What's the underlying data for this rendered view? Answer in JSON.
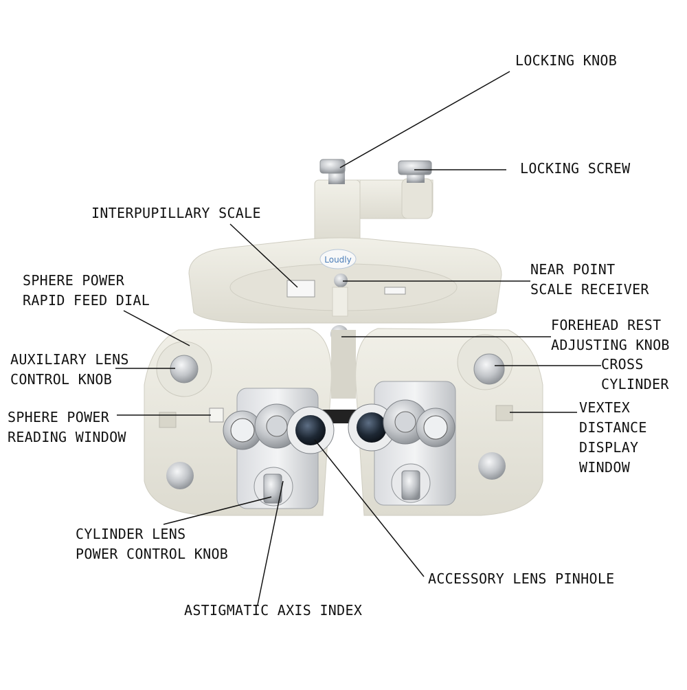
{
  "brand": "Loudly",
  "labels": {
    "locking_knob": "LOCKING KNOB",
    "locking_screw": "LOCKING SCREW",
    "interpupillary_scale": "INTERPUPILLARY SCALE",
    "sphere_power_rapid_feed_dial": [
      "SPHERE POWER",
      "RAPID FEED DIAL"
    ],
    "near_point_scale_receiver": [
      "NEAR POINT",
      "SCALE RECEIVER"
    ],
    "forehead_rest_adjusting_knob": [
      "FOREHEAD REST",
      "ADJUSTING KNOB"
    ],
    "auxiliary_lens_control_knob": [
      "AUXILIARY LENS",
      "CONTROL KNOB"
    ],
    "cross_cylinder": [
      "CROSS",
      "CYLINDER"
    ],
    "sphere_power_reading_window": [
      "SPHERE POWER",
      "READING WINDOW"
    ],
    "vextex_distance_display_window": [
      "VEXTEX",
      "DISTANCE",
      "DISPLAY",
      "WINDOW"
    ],
    "cylinder_lens_power_control_knob": [
      "CYLINDER LENS",
      "POWER CONTROL KNOB"
    ],
    "accessory_lens_pinhole": "ACCESSORY LENS PINHOLE",
    "astigmatic_axis_index": "ASTIGMATIC AXIS INDEX"
  },
  "colors": {
    "body": "#ecebe2",
    "body_shadow": "#d3d1c5",
    "metal": "#c9ccd0",
    "metal_dark": "#8e9296",
    "lens": "#1b2430",
    "leader": "#111111",
    "brand_text": "#4a7db8"
  }
}
